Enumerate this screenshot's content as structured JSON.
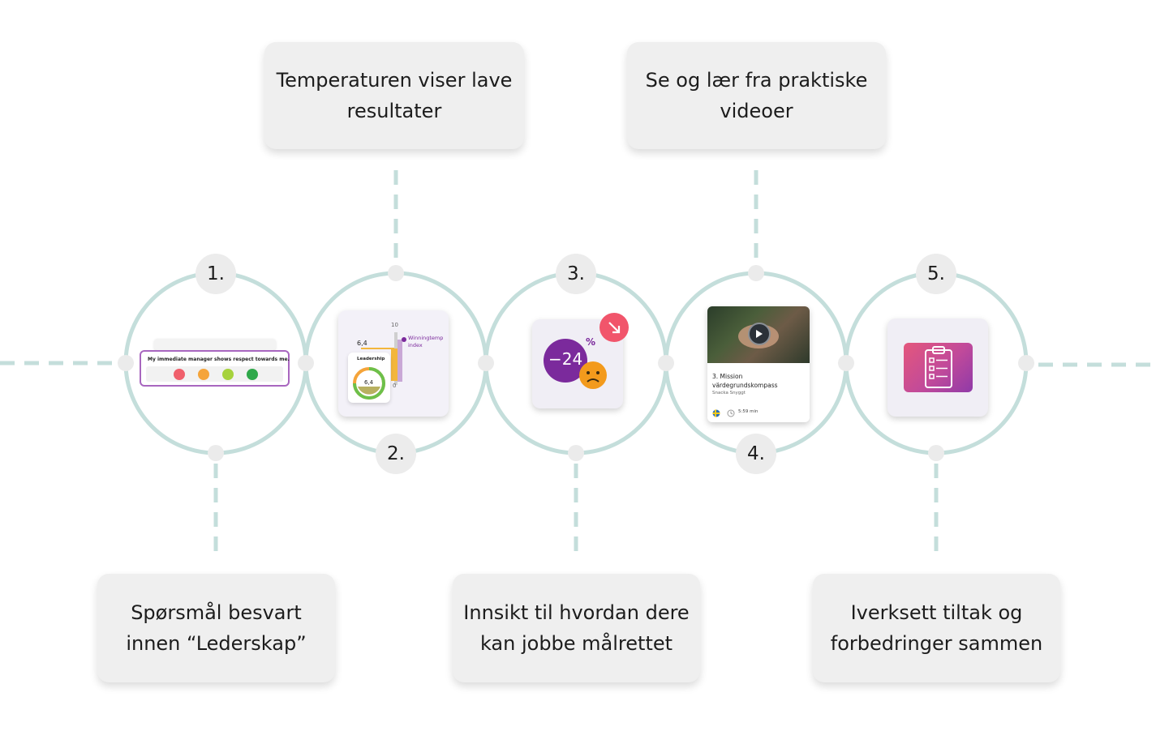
{
  "steps": [
    {
      "number": "1.",
      "caption": "Spørsmål besvart\ninnen “Lederskap”"
    },
    {
      "number": "2.",
      "caption": "Temperaturen viser lave\nresultater"
    },
    {
      "number": "3.",
      "caption": "Innsikt til hvordan dere\nkan jobbe målrettet"
    },
    {
      "number": "4.",
      "caption": "Se og lær fra praktiske\nvideoer"
    },
    {
      "number": "5.",
      "caption": "Iverksett tiltak og\nforbedringer sammen"
    }
  ],
  "survey_card": {
    "question": "My immediate manager shows respect towards me."
  },
  "leadership_card": {
    "value": "6,4",
    "gauge_value": "6,4",
    "label": "Leadership",
    "axis_top": "10",
    "axis_bottom": "0",
    "index_label": "Winningtemp\nindex"
  },
  "insight_card": {
    "value": "−24",
    "unit": "%"
  },
  "video_card": {
    "title": "3. Mission\nvärdegrundskompass",
    "subtitle": "Snacka Snyggt",
    "duration": "5:59 min"
  },
  "colors": {
    "ring": "#c4dedb",
    "purple": "#7b2a9c",
    "orange": "#f29a1d",
    "pink": "#f1556b",
    "box": "#efefef"
  },
  "icons": [
    "sad-face-icon",
    "play-icon",
    "clipboard-checklist-icon",
    "trend-down-arrow-icon",
    "sweden-flag-icon",
    "clock-icon"
  ]
}
